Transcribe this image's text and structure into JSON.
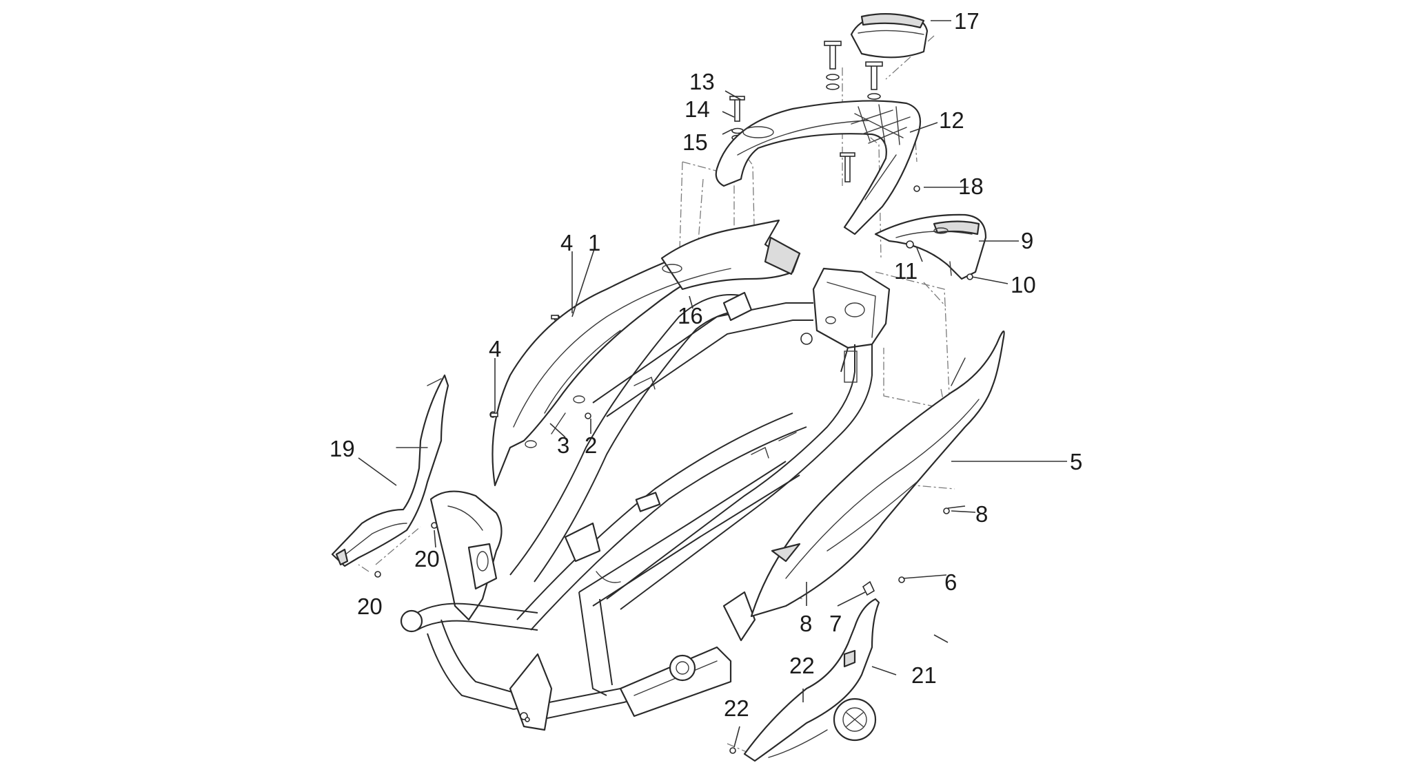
{
  "diagram": {
    "callouts": [
      {
        "label": "1"
      },
      {
        "label": "2"
      },
      {
        "label": "3"
      },
      {
        "label": "4"
      },
      {
        "label": "4"
      },
      {
        "label": "5"
      },
      {
        "label": "6"
      },
      {
        "label": "7"
      },
      {
        "label": "8"
      },
      {
        "label": "8"
      },
      {
        "label": "9"
      },
      {
        "label": "10"
      },
      {
        "label": "11"
      },
      {
        "label": "12"
      },
      {
        "label": "13"
      },
      {
        "label": "14"
      },
      {
        "label": "15"
      },
      {
        "label": "16"
      },
      {
        "label": "17"
      },
      {
        "label": "18"
      },
      {
        "label": "19"
      },
      {
        "label": "20"
      },
      {
        "label": "20"
      },
      {
        "label": "21"
      },
      {
        "label": "22"
      },
      {
        "label": "22"
      }
    ],
    "colors": {
      "line": "#2a2a2a",
      "dash": "#7a7a7a",
      "background": "#ffffff"
    }
  }
}
